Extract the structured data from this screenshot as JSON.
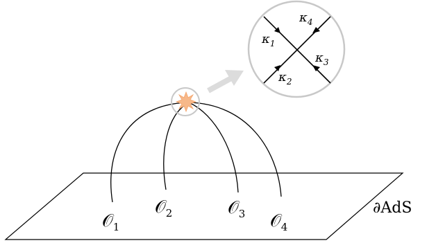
{
  "diagram": {
    "boundary_label": "∂AdS",
    "operators": [
      {
        "symbol": "𝒪",
        "index": "1"
      },
      {
        "symbol": "𝒪",
        "index": "2"
      },
      {
        "symbol": "𝒪",
        "index": "3"
      },
      {
        "symbol": "𝒪",
        "index": "4"
      }
    ],
    "vertex_momenta": [
      {
        "symbol": "κ",
        "index": "1"
      },
      {
        "symbol": "κ",
        "index": "2"
      },
      {
        "symbol": "κ",
        "index": "3"
      },
      {
        "symbol": "κ",
        "index": "4"
      }
    ],
    "colors": {
      "lines": "#000000",
      "circles": "#c8c8c8",
      "zoom_arrow": "#dcdcdc",
      "interaction_burst": "#f7b889"
    }
  }
}
